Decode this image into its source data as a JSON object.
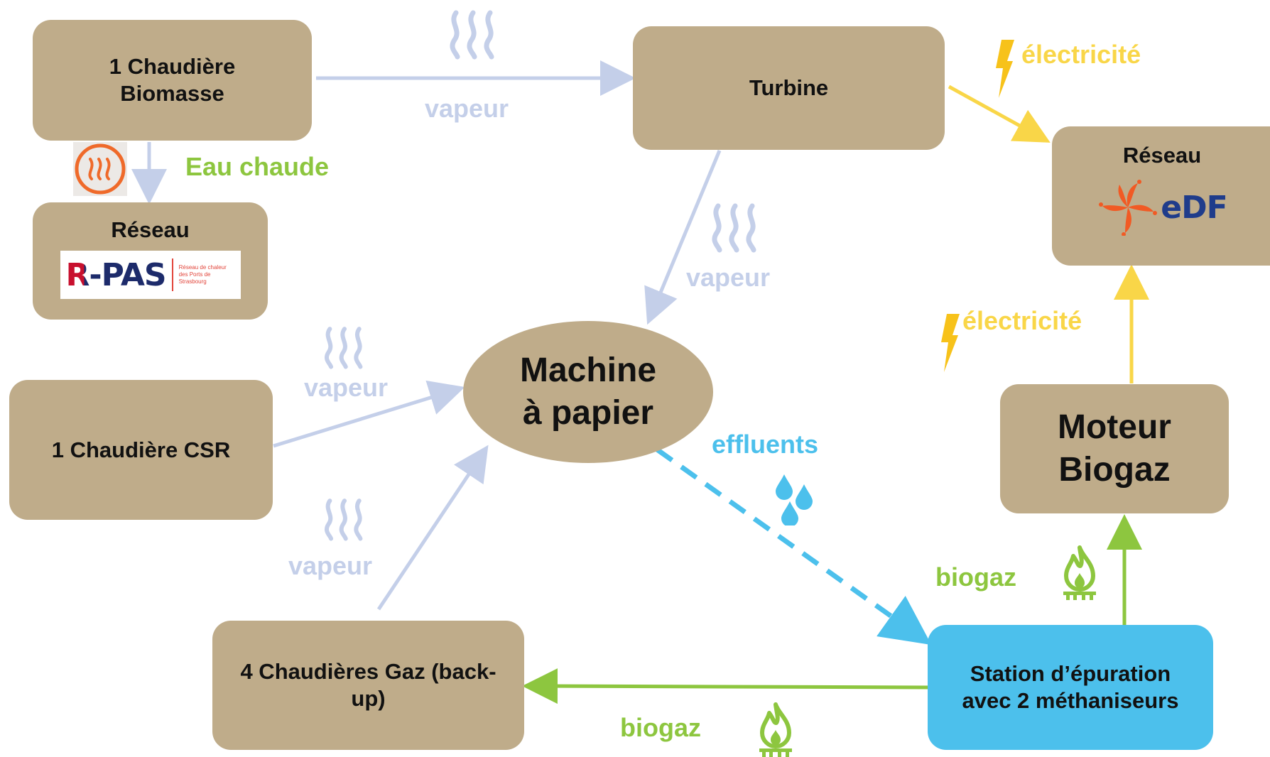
{
  "nodes": {
    "chaudiere_biomasse": "1 Chaudière\nBiomasse",
    "turbine": "Turbine",
    "reseau_rpas_title": "Réseau",
    "rpas_logo": "R-PAS",
    "rpas_sub": "Réseau de chaleur des Ports de Strasbourg",
    "reseau_edf_title": "Réseau",
    "edf_logo": "eDF",
    "machine": "Machine\nà papier",
    "chaudiere_csr": "1 Chaudière CSR",
    "moteur": "Moteur\nBiogaz",
    "chaudieres_gaz": "4 Chaudières Gaz (back-\nup)",
    "station": "Station d’épuration\navec 2 méthaniseurs"
  },
  "labels": {
    "vapeur_top": "vapeur",
    "eau_chaude": "Eau chaude",
    "vapeur_turbine": "vapeur",
    "vapeur_csr": "vapeur",
    "vapeur_gaz": "vapeur",
    "electricite_1": "électricité",
    "electricite_2": "électricité",
    "effluents": "effluents",
    "biogaz_right": "biogaz",
    "biogaz_bottom": "biogaz"
  },
  "colors": {
    "box": "#bfac8a",
    "station": "#4cc0ec",
    "steam": "#c4cfe9",
    "electricity": "#f9d648",
    "biogas": "#8dc63f",
    "effluent": "#4cc0ec",
    "hot_water": "#ef6a2a",
    "edf_blue": "#1f3c8b",
    "edf_orange": "#f15a24"
  },
  "icons": [
    "steam-icon",
    "hot-water-icon",
    "lightning-icon",
    "water-drops-icon",
    "gas-flame-icon"
  ]
}
